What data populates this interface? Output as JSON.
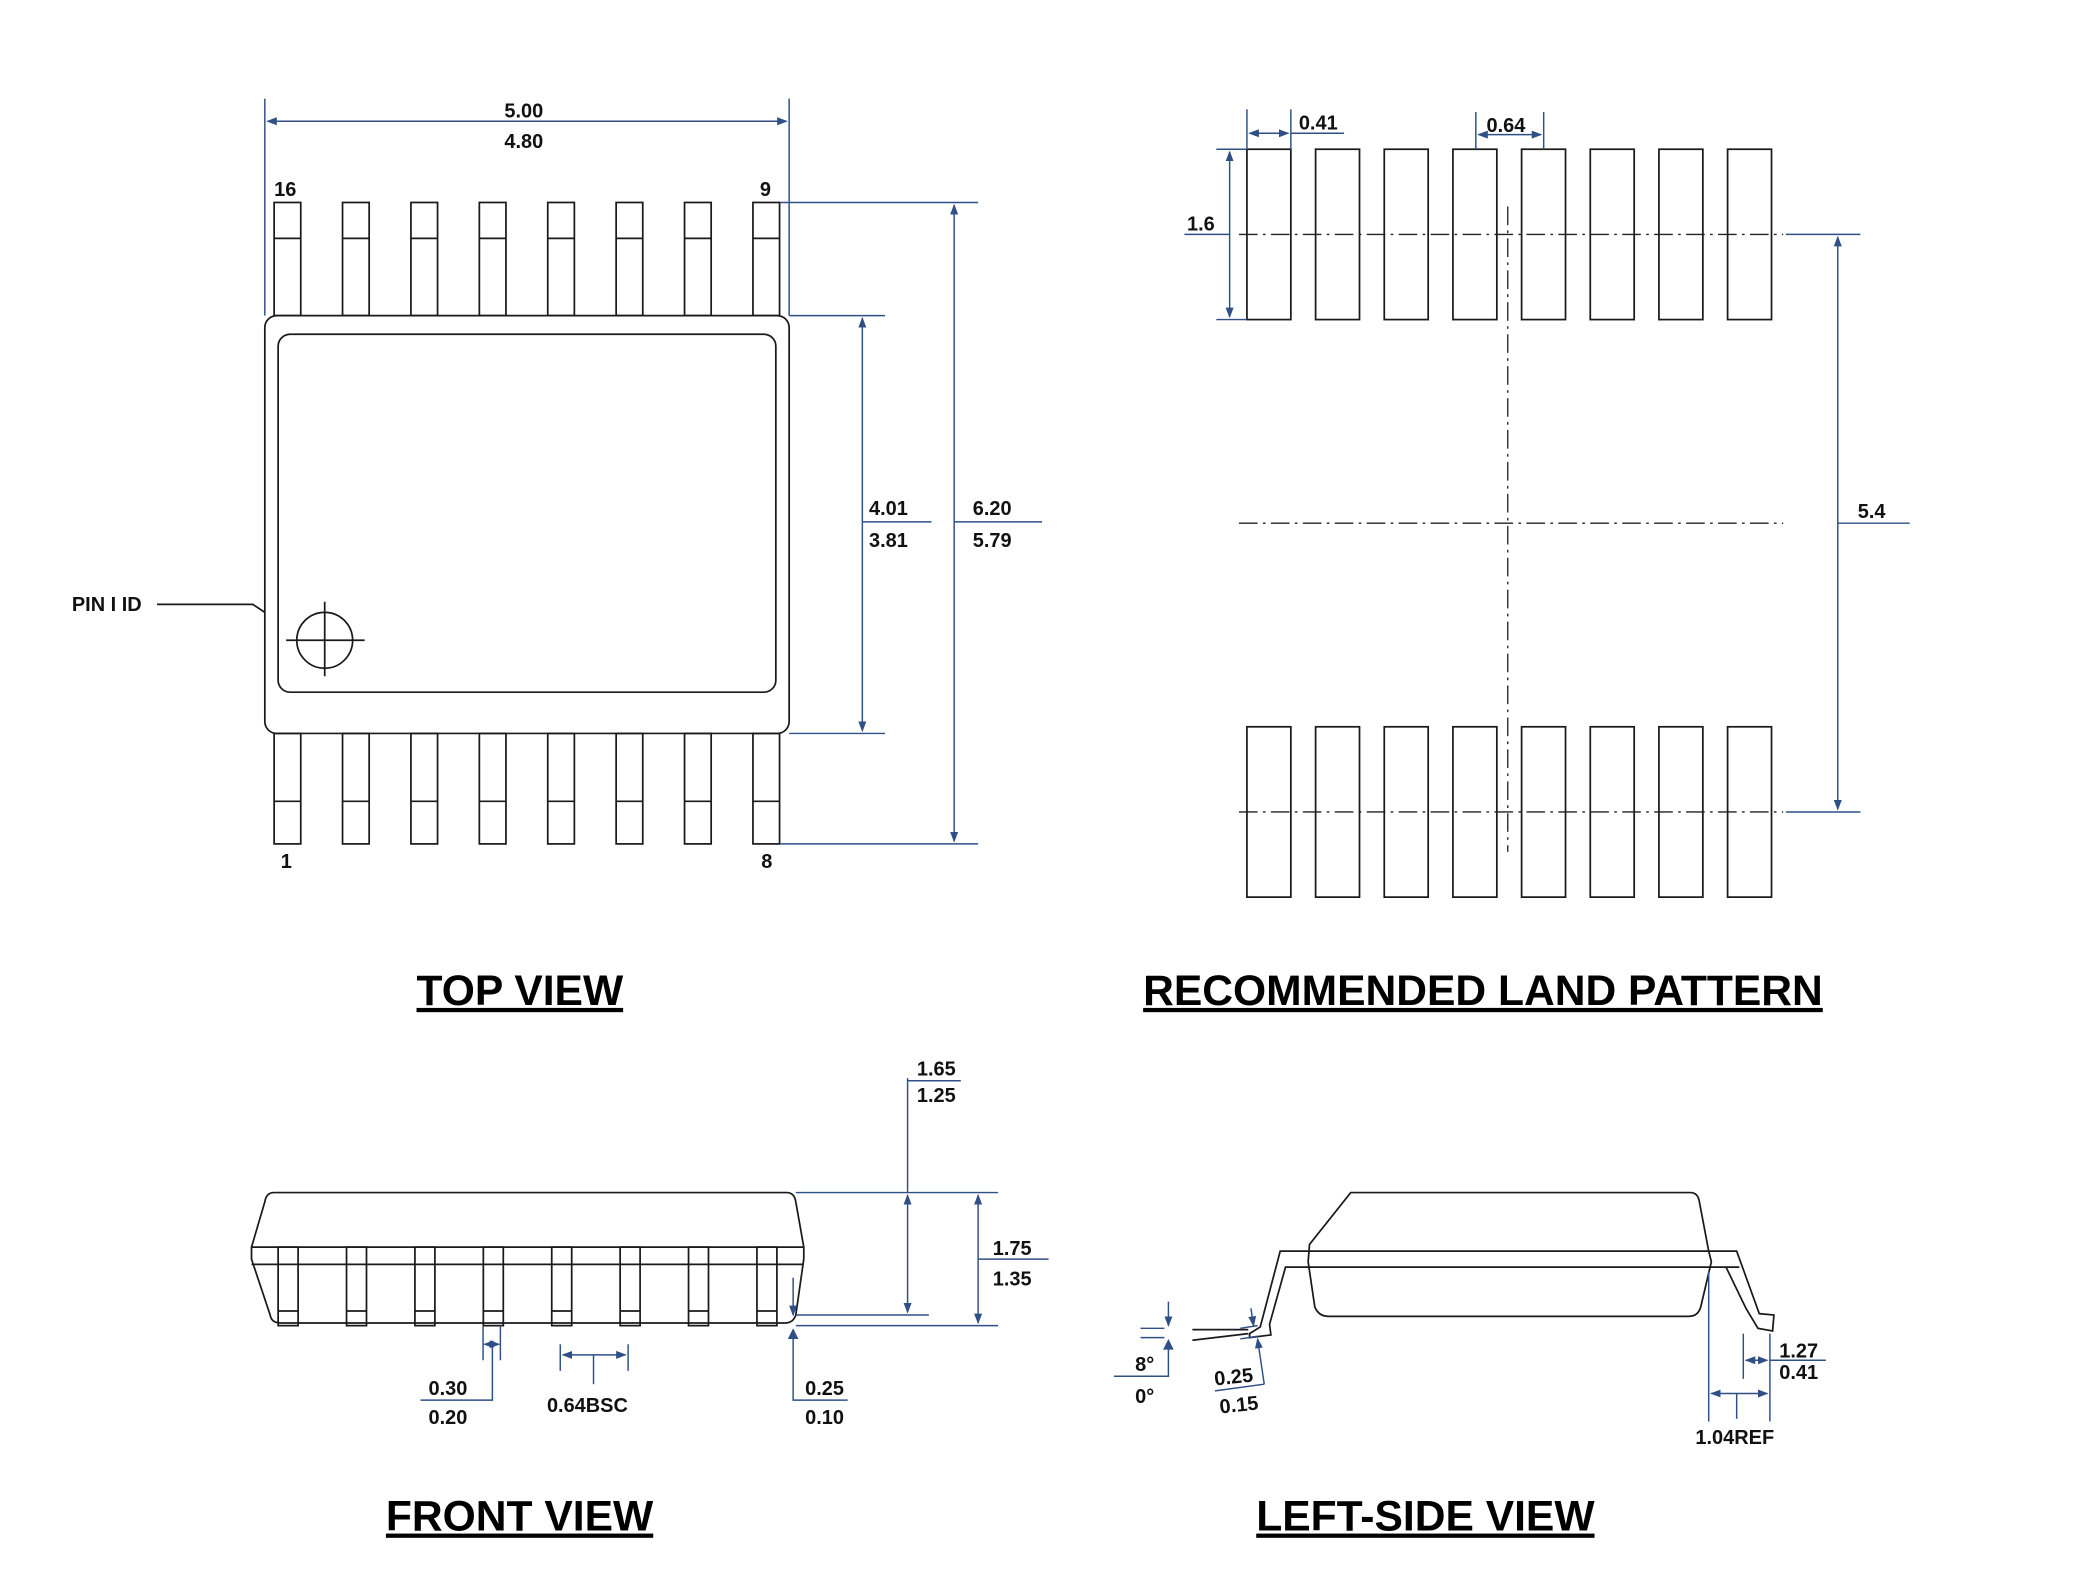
{
  "titles": {
    "top_view": "TOP VIEW",
    "land_pattern": "RECOMMENDED LAND PATTERN",
    "front_view": "FRONT VIEW",
    "left_side_view": "LEFT-SIDE VIEW"
  },
  "top_view": {
    "pin_labels": {
      "top_left": "16",
      "top_right": "9",
      "bottom_left": "1",
      "bottom_right": "8"
    },
    "pin_id_label": "PIN I ID",
    "pins_per_side": 8,
    "dim_length": {
      "max": "5.00",
      "min": "4.80"
    },
    "dim_body_width": {
      "max": "4.01",
      "min": "3.81"
    },
    "dim_total_width": {
      "max": "6.20",
      "min": "5.79"
    }
  },
  "land_pattern": {
    "pad_width": "0.41",
    "pad_pitch": "0.64",
    "pad_length": "1.6",
    "row_spacing": "5.4",
    "pads_per_row": 8
  },
  "front_view": {
    "dim_body_height": {
      "max": "1.65",
      "min": "1.25"
    },
    "dim_total_height": {
      "max": "1.75",
      "min": "1.35"
    },
    "dim_lead_width": {
      "max": "0.30",
      "min": "0.20"
    },
    "dim_pitch": "0.64BSC",
    "dim_standoff": {
      "max": "0.25",
      "min": "0.10"
    }
  },
  "left_side_view": {
    "angle": {
      "max": "8°",
      "min": "0°"
    },
    "lead_thickness": {
      "max": "0.25",
      "min": "0.15"
    },
    "foot_length": {
      "max": "1.27",
      "min": "0.41"
    },
    "footprint_ref": "1.04REF"
  }
}
